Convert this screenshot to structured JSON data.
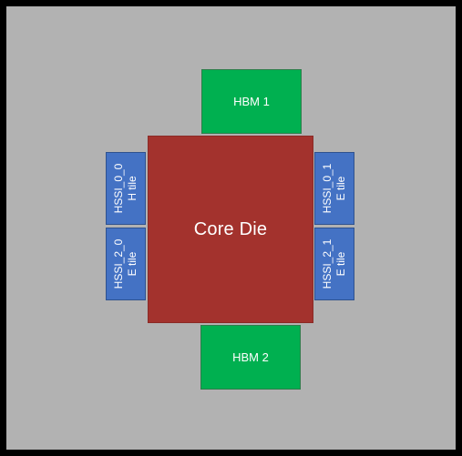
{
  "diagram": {
    "core": {
      "label": "Core Die"
    },
    "hbm": [
      {
        "label": "HBM 1"
      },
      {
        "label": "HBM 2"
      }
    ],
    "tiles": {
      "left_top": {
        "name": "HSSI_0_0",
        "type": "H tile"
      },
      "left_bottom": {
        "name": "HSSI_2_0",
        "type": "E tile"
      },
      "right_top": {
        "name": "HSSI_0_1",
        "type": "E tile"
      },
      "right_bottom": {
        "name": "HSSI_2_1",
        "type": "E tile"
      }
    },
    "colors": {
      "package": "#b2b2b2",
      "border": "#000000",
      "core": "#a3322d",
      "hbm": "#00b050",
      "tile": "#4472c4",
      "text": "#ffffff"
    }
  }
}
